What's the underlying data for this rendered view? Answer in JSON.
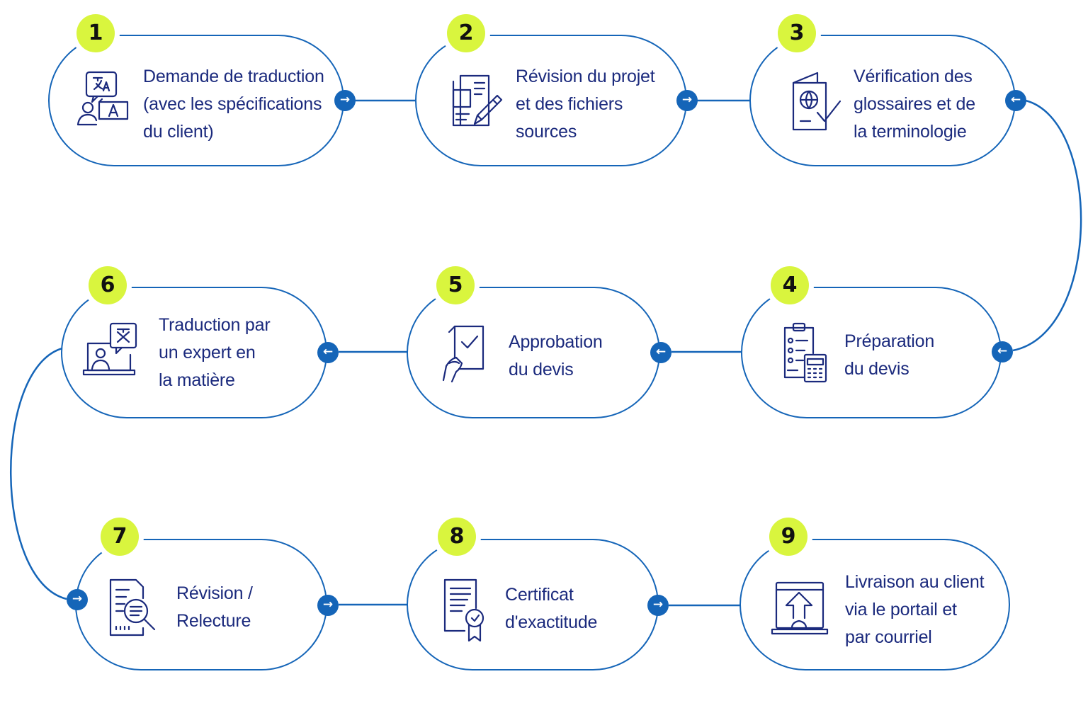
{
  "colors": {
    "accent": "#1565b8",
    "text": "#1b2a7d",
    "badge": "#d9f53e"
  },
  "steps": [
    {
      "number": "1",
      "label": "Demande de traduction\n(avec les spécifications\ndu client)",
      "icon": "translate-speech-icon"
    },
    {
      "number": "2",
      "label": "Révision du projet\net des fichiers\nsources",
      "icon": "document-edit-icon"
    },
    {
      "number": "3",
      "label": "Vérification des\nglossaires et de\nla terminologie",
      "icon": "glossary-check-icon"
    },
    {
      "number": "4",
      "label": "Préparation\ndu devis",
      "icon": "clipboard-calculator-icon"
    },
    {
      "number": "5",
      "label": "Approbation\ndu devis",
      "icon": "document-approval-icon"
    },
    {
      "number": "6",
      "label": "Traduction par\nun expert en\nla matière",
      "icon": "expert-laptop-translate-icon"
    },
    {
      "number": "7",
      "label": "Révision /\nRelecture",
      "icon": "document-review-icon"
    },
    {
      "number": "8",
      "label": "Certificat\nd'exactitude",
      "icon": "certificate-icon"
    },
    {
      "number": "9",
      "label": "Livraison au client\nvia le portail et\npar courriel",
      "icon": "laptop-upload-icon"
    }
  ],
  "arrows": {
    "right": "→",
    "left": "←"
  }
}
